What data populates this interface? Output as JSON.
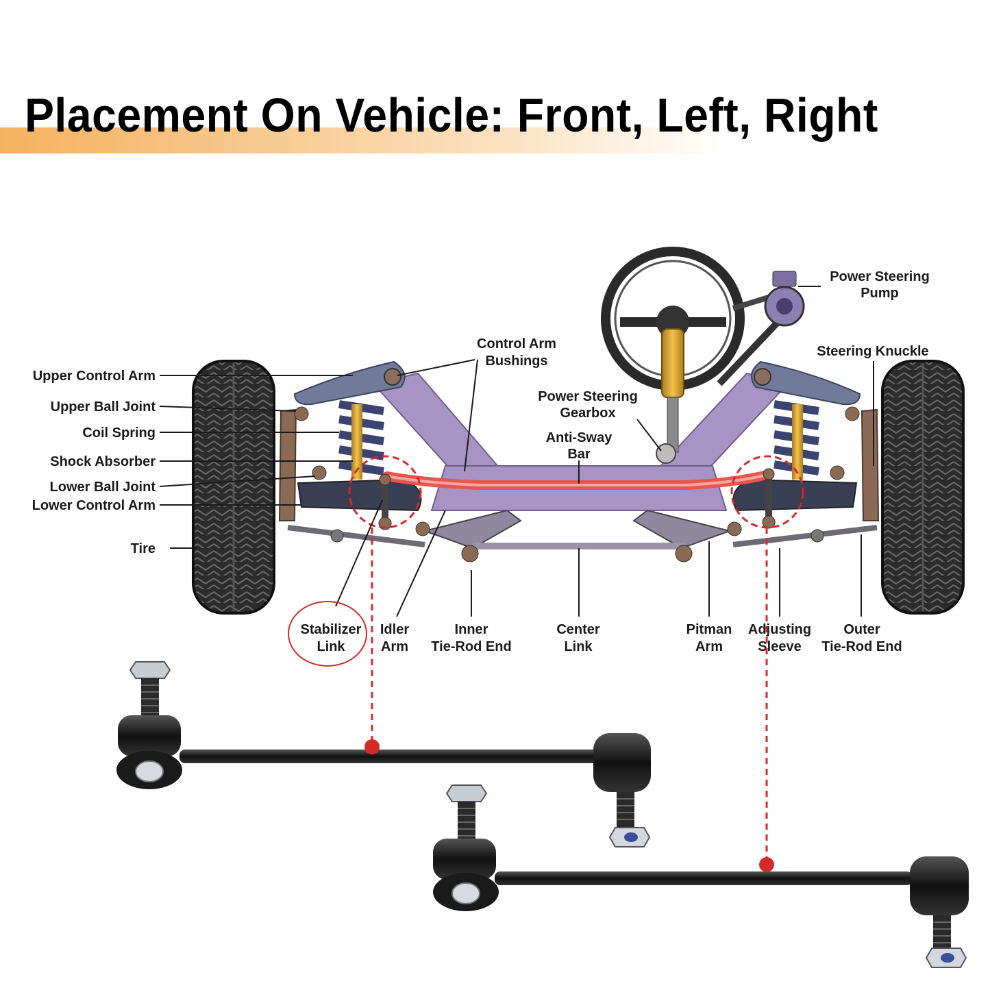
{
  "title": "Placement On Vehicle: Front, Left, Right",
  "colors": {
    "banner": "#f4b261",
    "frame": "#a894c4",
    "arm": "#727a99",
    "spring": "#3b4470",
    "anti_sway_bar": "#e8554f",
    "callout": "#d42a2a",
    "link_metal": "#1c1c1c"
  },
  "labels": {
    "upper_control_arm": "Upper Control Arm",
    "upper_ball_joint": "Upper Ball Joint",
    "coil_spring": "Coil Spring",
    "shock_absorber": "Shock Absorber",
    "lower_ball_joint": "Lower Ball Joint",
    "lower_control_arm": "Lower Control Arm",
    "tire": "Tire",
    "control_arm_bushings": [
      "Control Arm",
      "Bushings"
    ],
    "power_steering_gearbox": [
      "Power Steering",
      "Gearbox"
    ],
    "anti_sway_bar": [
      "Anti-Sway",
      "Bar"
    ],
    "power_steering_pump": [
      "Power Steering",
      "Pump"
    ],
    "steering_knuckle": "Steering Knuckle",
    "stabilizer_link": [
      "Stabilizer",
      "Link"
    ],
    "idler_arm": [
      "Idler",
      "Arm"
    ],
    "inner_tie_rod_end": [
      "Inner",
      "Tie-Rod End"
    ],
    "center_link": [
      "Center",
      "Link"
    ],
    "pitman_arm": [
      "Pitman",
      "Arm"
    ],
    "adjusting_sleeve": [
      "Adjusting",
      "Sleeve"
    ],
    "outer_tie_rod_end": [
      "Outer",
      "Tie-Rod End"
    ]
  }
}
